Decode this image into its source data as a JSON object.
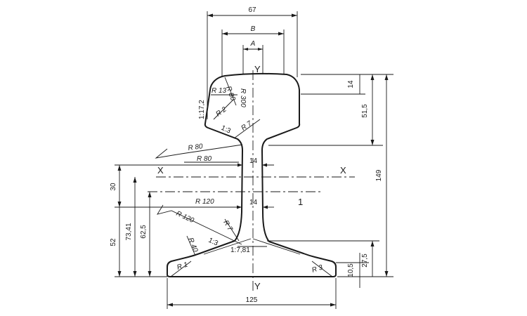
{
  "drawing": {
    "dims": {
      "top_width": "67",
      "b": "B",
      "a": "A",
      "head_top": "14",
      "head_height": "51,5",
      "total_height": "149",
      "upper_web": "30",
      "lower_base": "52",
      "d7341": "73,41",
      "d625": "62,5",
      "base_width": "125",
      "foot_h1": "27,5",
      "foot_h2": "10,5"
    },
    "radii": {
      "r13": "R 13",
      "r80_head": "R 80",
      "r300": "R 300",
      "r2": "R 2",
      "r7_head": "R 7",
      "r80_a": "R 80",
      "r80_b": "R 80",
      "r120_a": "R 120",
      "r120_b": "R 120",
      "r7_foot": "R 7",
      "r40": "R 40",
      "r1": "R 1",
      "r3": "R 3"
    },
    "slopes": {
      "s172": "1:17,2",
      "s13_head": "1:3",
      "s13_foot": "1:3",
      "s781": "1:7,81"
    },
    "labels": {
      "y_top": "Y",
      "y_bottom": "Y",
      "x_left": "X",
      "x_right": "X",
      "web_upper": "14",
      "web_lower": "14",
      "one": "1"
    }
  }
}
